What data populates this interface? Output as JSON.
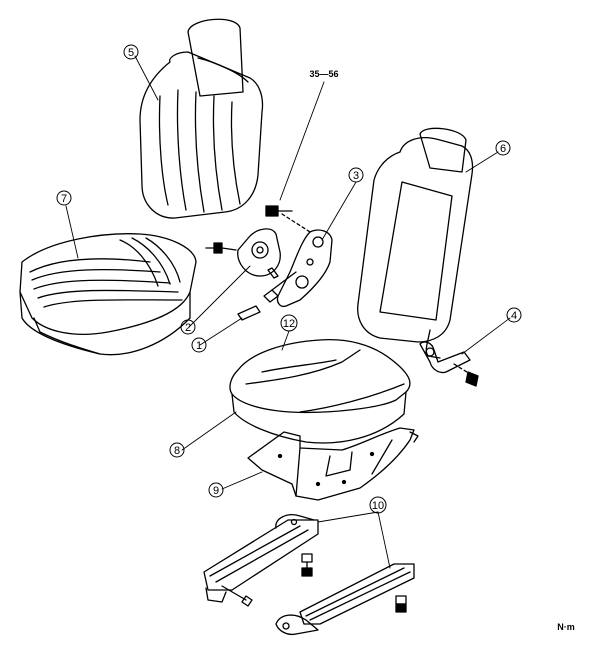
{
  "diagram": {
    "callouts": [
      {
        "id": "c1",
        "label": "1"
      },
      {
        "id": "c2",
        "label": "2"
      },
      {
        "id": "c3",
        "label": "3"
      },
      {
        "id": "c4",
        "label": "4"
      },
      {
        "id": "c5",
        "label": "5"
      },
      {
        "id": "c6",
        "label": "6"
      },
      {
        "id": "c7",
        "label": "7"
      },
      {
        "id": "c8",
        "label": "8"
      },
      {
        "id": "c9",
        "label": "9"
      },
      {
        "id": "c10",
        "label": "10"
      },
      {
        "id": "c12",
        "label": "12"
      }
    ],
    "torque_spec": "35—56",
    "unit_label": "N·m"
  }
}
